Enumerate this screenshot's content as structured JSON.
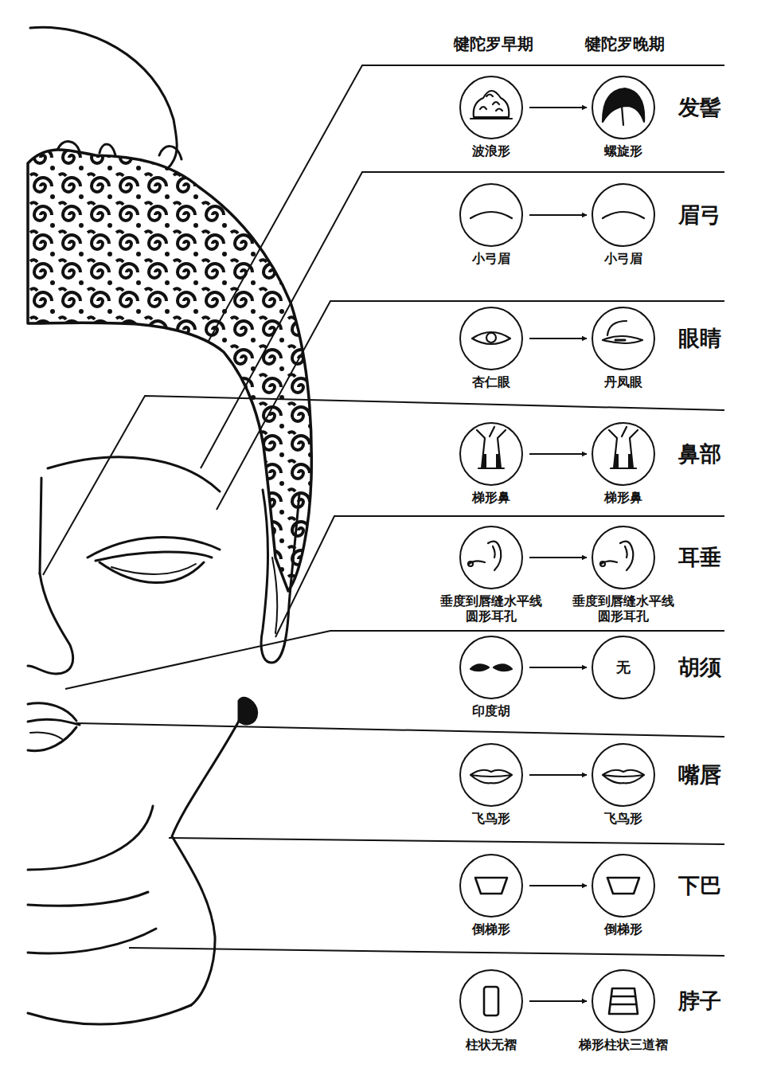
{
  "diagram": {
    "nodes": [
      {
        "text": [
          "波浪形"
        ]
      },
      {
        "text": [
          "螺旋形"
        ]
      },
      {
        "text": [
          "小弓眉"
        ]
      },
      {
        "text": [
          "小弓眉"
        ]
      },
      {
        "text": [
          "杏仁眼"
        ]
      },
      {
        "text": [
          "丹凤眼"
        ]
      },
      {
        "text": [
          "梯形鼻"
        ]
      },
      {
        "text": [
          "梯形鼻"
        ]
      },
      {
        "text": [
          "垂度到唇缝水平线 圆形耳孔"
        ]
      },
      {
        "text": [
          "垂度到唇缝水平线 圆形耳孔"
        ]
      },
      {
        "text": [
          "印度胡"
        ]
      },
      {
        "text": [
          "无"
        ]
      },
      {
        "text": [
          "飞鸟形"
        ]
      },
      {
        "text": [
          "飞鸟形"
        ]
      },
      {
        "text": [
          "倒梯形"
        ]
      },
      {
        "text": [
          "倒梯形"
        ]
      },
      {
        "text": [
          "柱状无褶"
        ]
      },
      {
        "text": [
          "梯形柱状三道褶"
        ]
      }
    ],
    "edges": [
      {
        "from": 0,
        "to": 1,
        "arrow": "to"
      },
      {
        "from": 2,
        "to": 3,
        "arrow": "to"
      },
      {
        "from": 4,
        "to": 5,
        "arrow": "to"
      },
      {
        "from": 6,
        "to": 7,
        "arrow": "to"
      },
      {
        "from": 8,
        "to": 9,
        "arrow": "to"
      },
      {
        "from": 10,
        "to": 11,
        "arrow": "to"
      },
      {
        "from": 12,
        "to": 13,
        "arrow": "to"
      },
      {
        "from": 14,
        "to": 15,
        "arrow": "to"
      },
      {
        "from": 16,
        "to": 17,
        "arrow": "to"
      }
    ],
    "labels": [
      "犍陀罗早期",
      "犍陀罗晚期",
      "发髻",
      "眉弓",
      "眼睛",
      "鼻部",
      "耳垂",
      "胡须",
      "嘴唇",
      "下巴",
      "脖子"
    ]
  }
}
